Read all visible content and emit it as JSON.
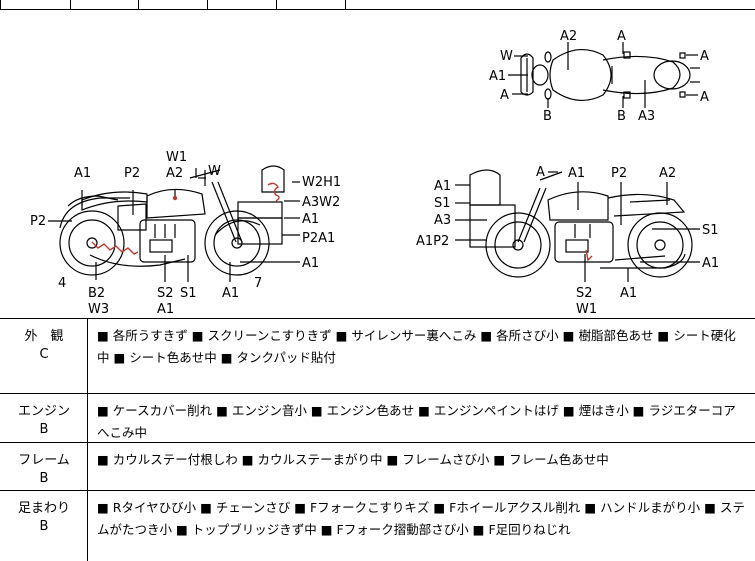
{
  "labels": {
    "top_view": {
      "a2": "A2",
      "a_top": "A",
      "w": "W",
      "a1": "A1",
      "a_left": "A",
      "b_left": "B",
      "b_right": "B",
      "a3": "A3",
      "a_tr": "A",
      "a_br": "A"
    },
    "left_view": {
      "w1": "W1",
      "w": "W",
      "a1_tl": "A1",
      "p2_top": "P2",
      "a2": "A2",
      "p2_left": "P2",
      "w2h1": "W2H1",
      "a3w2": "A3W2",
      "a1_r1": "A1",
      "p2a1": "P2A1",
      "a1_r2": "A1",
      "num4": "4",
      "b2": "B2",
      "w3": "W3",
      "s2": "S2",
      "s1": "S1",
      "a1_b": "A1",
      "a1_b2": "A1",
      "num7": "7"
    },
    "right_view": {
      "a_top": "A",
      "a1_top": "A1",
      "p2": "P2",
      "a2": "A2",
      "a1_l1": "A1",
      "s1_l": "S1",
      "a3_l": "A3",
      "a1p2": "A1P2",
      "s1_r": "S1",
      "a1_r": "A1",
      "s2": "S2",
      "w1": "W1",
      "a1_b": "A1"
    }
  },
  "sections": [
    {
      "name": "外　観",
      "grade": "C",
      "text": "■ 各所うすきず ■ スクリーンこすりきず ■ サイレンサー裏へこみ ■ 各所さび小 ■ 樹脂部色あせ ■ シート硬化中 ■ シート色あせ中 ■ タンクパッド貼付"
    },
    {
      "name": "エンジン",
      "grade": "B",
      "text": "■ ケースカバー削れ ■ エンジン音小 ■ エンジン色あせ ■ エンジンペイントはげ ■ 煙はき小 ■ ラジエターコアへこみ中"
    },
    {
      "name": "フレーム",
      "grade": "B",
      "text": "■ カウルステー付根しわ ■ カウルステーまがり中 ■ フレームさび小 ■ フレーム色あせ中"
    },
    {
      "name": "足まわり",
      "grade": "B",
      "text": "■ Rタイヤひび小 ■ チェーンさび ■ Fフォークこすりキズ ■ Fホイールアクスル削れ ■ ハンドルまがり小 ■ ステムがたつき小 ■ トップブリッジきず中 ■ Fフォーク摺動部さび小 ■ F足回りねじれ"
    }
  ],
  "colors": {
    "damage_mark": "#c0392b",
    "line": "#000000"
  }
}
